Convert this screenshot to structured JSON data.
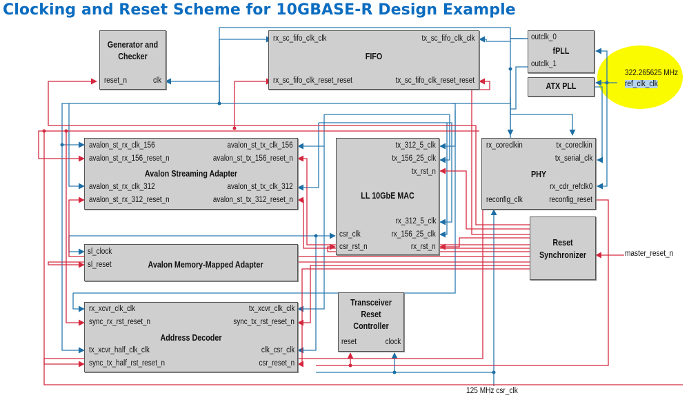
{
  "title": "Clocking and Reset Scheme for 10GBASE-R Design Example",
  "colors": {
    "title": "#0b6cc0",
    "clock_wire": "#2a7ab0",
    "reset_wire": "#d4283f",
    "block_fill": "#cfcfcf",
    "highlight": "#fbfb00"
  },
  "blocks": {
    "gen_checker": {
      "title": "Generator and Checker",
      "ports": [
        "reset_n",
        "clk"
      ]
    },
    "fifo": {
      "title": "FIFO",
      "ports": [
        "rx_sc_fifo_clk_clk",
        "tx_sc_fifo_clk_clk",
        "rx_sc_fifo_clk_reset_reset",
        "tx_sc_fifo_clk_reset_reset"
      ]
    },
    "fpll": {
      "title": "fPLL",
      "ports": [
        "outclk_0",
        "outclk_1"
      ]
    },
    "atx_pll": {
      "title": "ATX PLL"
    },
    "avalon_st": {
      "title": "Avalon Streaming Adapter",
      "ports": [
        "avalon_st_rx_clk_156",
        "avalon_st_tx_clk_156",
        "avalon_st_rx_156_reset_n",
        "avalon_st_tx_156_reset_n",
        "avalon_st_rx_clk_312",
        "avalon_st_tx_clk_312",
        "avalon_st_rx_312_reset_n",
        "avalon_st_tx_312_reset_n"
      ]
    },
    "mac": {
      "title": "LL 10GbE MAC",
      "ports": [
        "tx_312_5_clk",
        "tx_156_25_clk",
        "tx_rst_n",
        "rx_312_5_clk",
        "csr_clk",
        "rx_156_25_clk",
        "csr_rst_n",
        "rx_rst_n"
      ]
    },
    "phy": {
      "title": "PHY",
      "ports": [
        "rx_coreclkin",
        "tx_coreclkin",
        "tx_serial_clk",
        "rx_cdr_refclk0",
        "reconfig_clk",
        "reconfig_reset"
      ]
    },
    "avalon_mm": {
      "title": "Avalon Memory-Mapped Adapter",
      "ports": [
        "sl_clock",
        "sl_reset"
      ]
    },
    "reset_sync": {
      "title": "Reset Synchronizer"
    },
    "xcvr_reset": {
      "title": "Transceiver Reset Controller",
      "ports": [
        "reset",
        "clock"
      ]
    },
    "addr_dec": {
      "title": "Address Decoder",
      "ports": [
        "rx_xcvr_clk_clk",
        "tx_xcvr_clk_clk",
        "sync_rx_rst_reset_n",
        "sync_tx_rst_reset_n",
        "tx_xcvr_half_clk_clk",
        "clk_csr_clk",
        "sync_tx_half_rst_reset_n",
        "csr_reset_n"
      ]
    }
  },
  "labels": {
    "ref_freq": "322.265625 MHz",
    "ref_clk": "ref_clk_clk",
    "master_reset": "master_reset_n",
    "csr_clk_in": "125 MHz csr_clk"
  }
}
